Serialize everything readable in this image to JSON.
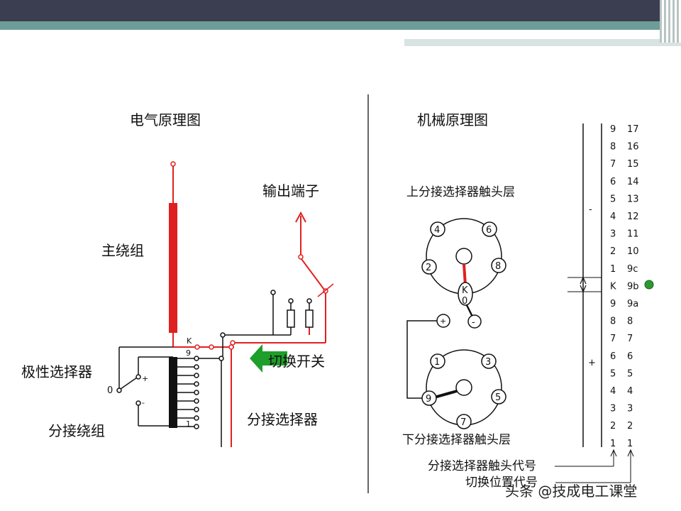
{
  "titles": {
    "electrical": "电气原理图",
    "mechanical": "机械原理图"
  },
  "labels": {
    "output_terminal": "输出端子",
    "main_winding": "主绕组",
    "polarity_selector": "极性选择器",
    "tap_winding": "分接绕组",
    "diverter_switch": "切换开关",
    "tap_selector": "分接选择器",
    "upper_layer": "上分接选择器触头层",
    "lower_layer": "下分接选择器触头层",
    "contact_code": "分接选择器触头代号",
    "switch_position_code": "切换位置代号"
  },
  "small": {
    "k": "K",
    "nine": "9",
    "one": "1",
    "zero": "0",
    "plus": "+",
    "minus": "-"
  },
  "upper_contacts": [
    "4",
    "6",
    "2",
    "8"
  ],
  "lower_contacts": [
    "1",
    "3",
    "9",
    "5",
    "7"
  ],
  "k_contact": {
    "k": "K",
    "zero": "0"
  },
  "polarity_contacts": {
    "plus": "+",
    "minus": "-"
  },
  "scale": {
    "minus_sign": "-",
    "plus_sign": "+",
    "col1": [
      "9",
      "8",
      "7",
      "6",
      "5",
      "4",
      "3",
      "2",
      "1",
      "K",
      "9",
      "8",
      "7",
      "6",
      "5",
      "4",
      "3",
      "2",
      "1"
    ],
    "col2": [
      "17",
      "16",
      "15",
      "14",
      "13",
      "12",
      "11",
      "10",
      "9c",
      "9b",
      "9a",
      "8",
      "7",
      "6",
      "5",
      "4",
      "3",
      "2",
      "1"
    ]
  },
  "watermark": "头条 @技成电工课堂",
  "colors": {
    "red": "#e02020",
    "green": "#2a9a30",
    "arrow_green": "#1e9e2a",
    "header": "#3b3d50",
    "band": "#6d9d98"
  }
}
